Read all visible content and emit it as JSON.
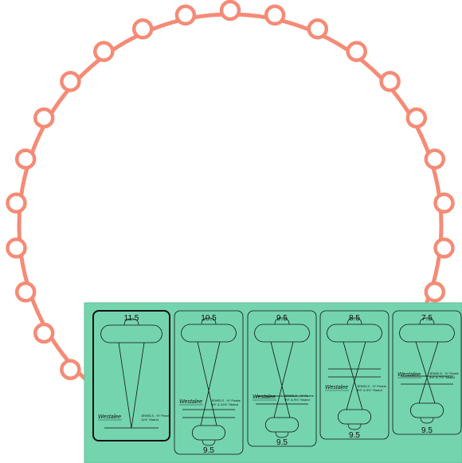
{
  "colors": {
    "scallop": "#f58b76",
    "panel": "#74d4ae",
    "panel_border": "#5fbf98",
    "card_stroke": "#111111",
    "background": "#ffffff"
  },
  "ruler": {
    "cards": [
      {
        "top_label": "11.5",
        "bottom_label": "",
        "brand": "Westalee",
        "desc_line1": "JEWELS - ½\" Pearls",
        "desc_line2": "11½\" Strand",
        "selected": true
      },
      {
        "top_label": "10.5",
        "bottom_label": "9.5",
        "brand": "Westalee",
        "desc_line1": "JEWELS - ½\" Pearls",
        "desc_line2": "9½\" & 10½\" Strand",
        "selected": false
      },
      {
        "top_label": "9.5",
        "bottom_label": "9.5",
        "brand": "Westalee",
        "desc_line1": "JEWELS - ½\" Pearls",
        "desc_line2": "9½\" & 9½\" Strand",
        "selected": false
      },
      {
        "top_label": "8.5",
        "bottom_label": "9.5",
        "brand": "Westalee",
        "desc_line1": "JEWELS - ½\" Pearls",
        "desc_line2": "8½\" & 9½\" Strand",
        "selected": false
      },
      {
        "top_label": "7.5",
        "bottom_label": "9.5",
        "brand": "Westalee",
        "desc_line1": "JEWELS - ½\" Pearls",
        "desc_line2": "6½\" & 7½\" Strand",
        "selected": false
      }
    ]
  }
}
